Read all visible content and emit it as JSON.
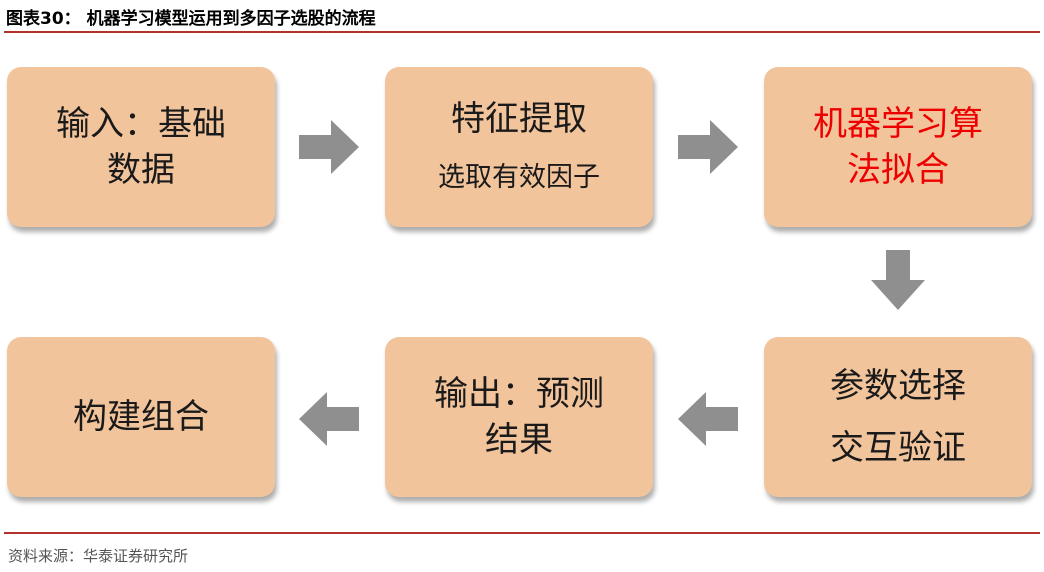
{
  "figure": {
    "title": "图表30：  机器学习模型运用到多因子选股的流程",
    "source": "资料来源：华泰证券研究所"
  },
  "colors": {
    "box_fill": "#f2c49c",
    "accent_text": "#ee0000",
    "arrow_fill": "#8f8f8f",
    "rule": "#b3312f"
  },
  "steps": {
    "input": {
      "line1": "输入：基础",
      "line2": "数据"
    },
    "feature": {
      "title": "特征提取",
      "subtitle": "选取有效因子"
    },
    "ml": {
      "line1": "机器学习算",
      "line2": "法拟合"
    },
    "params": {
      "line1": "参数选择",
      "line2": "交互验证"
    },
    "output": {
      "line1": "输出：预测",
      "line2": "结果"
    },
    "portfolio": {
      "line1": "构建组合"
    }
  },
  "arrows": {
    "a1": {
      "direction": "right"
    },
    "a2": {
      "direction": "right"
    },
    "a3": {
      "direction": "down"
    },
    "a4": {
      "direction": "left"
    },
    "a5": {
      "direction": "left"
    }
  }
}
